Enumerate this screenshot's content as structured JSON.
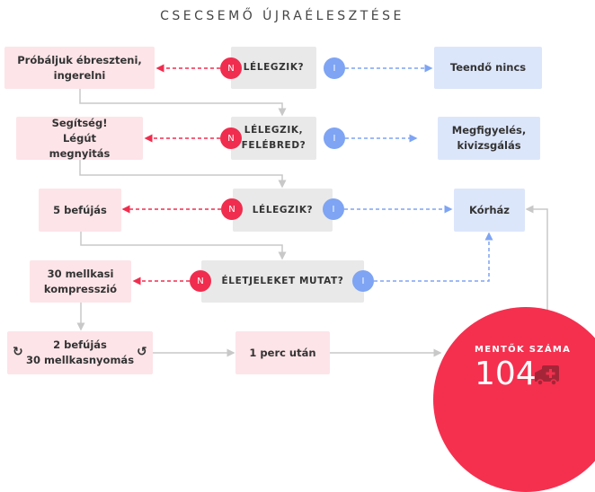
{
  "title": "CSECSEMŐ ÚJRAÉLESZTÉSE",
  "colors": {
    "no": "#f02d4e",
    "yes": "#7ea4f3",
    "action": "#fde4e8",
    "question": "#e9e9e9",
    "outcome": "#dce6fb"
  },
  "badges": {
    "no": "N",
    "yes": "I"
  },
  "rows": [
    {
      "action": "Próbáljuk ébreszteni, ingerelni",
      "question": "LÉLEGZIK?",
      "outcome": "Teendő nincs"
    },
    {
      "action": "Segítség! Légút megnyitás",
      "question": "LÉLEGZIK, FELÉBRED?",
      "outcome": "Megfigyelés, kivizsgálás"
    },
    {
      "action": "5 befújás",
      "question": "LÉLEGZIK?",
      "outcome": "Kórház"
    },
    {
      "action": "30 mellkasi kompresszió",
      "question": "ÉLETJELEKET MUTAT?"
    }
  ],
  "cycle": {
    "line1": "2 befújás",
    "line2": "30 mellkasnyomás",
    "after": "1 perc után"
  },
  "emergency": {
    "label": "MENTŐK SZÁMA",
    "number": "104",
    "icon": "ambulance-icon"
  }
}
